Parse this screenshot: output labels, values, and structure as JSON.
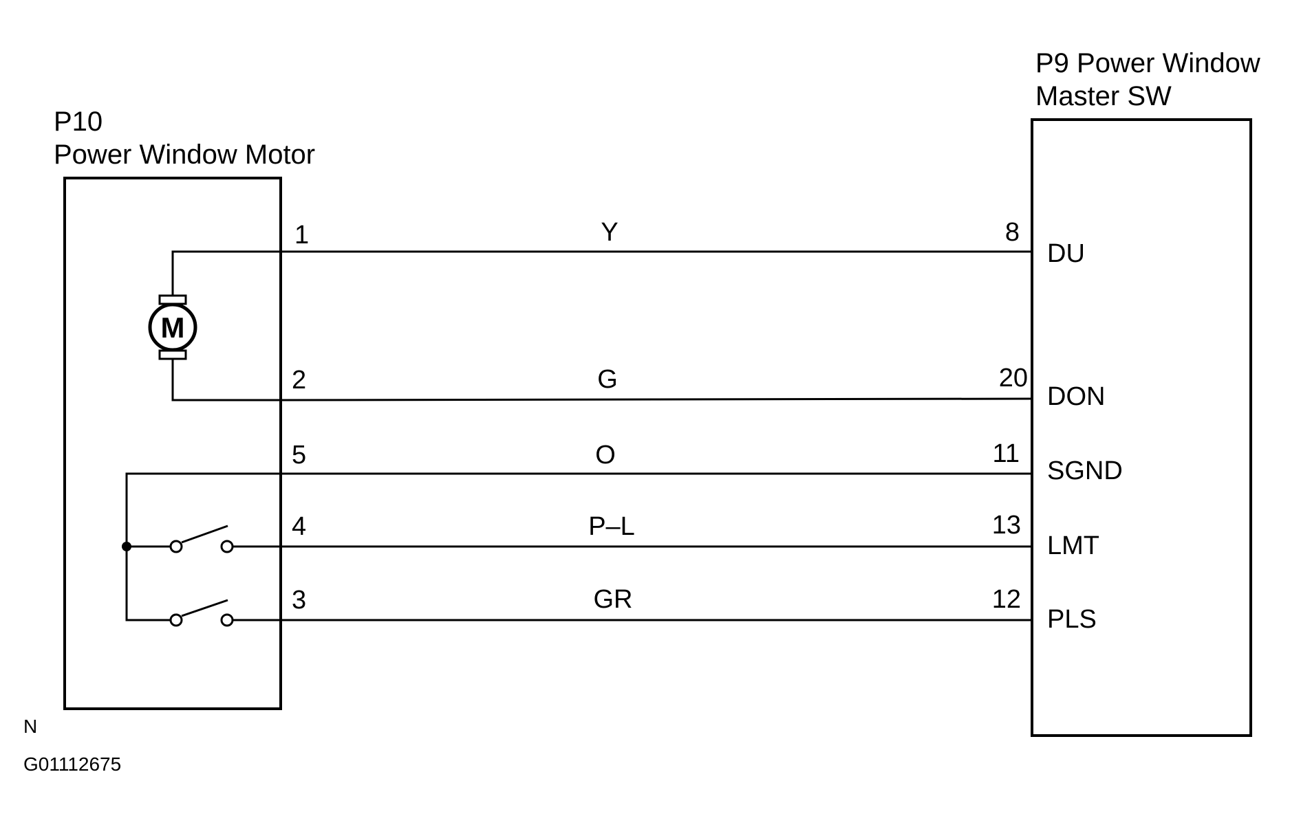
{
  "left_connector": {
    "id": "P10",
    "name": "Power Window Motor"
  },
  "right_connector": {
    "id_name": "P9 Power Window",
    "name_line2": "Master SW"
  },
  "motor_symbol": "M",
  "wires": [
    {
      "left_pin": "1",
      "color": "Y",
      "right_pin": "8",
      "signal": "DU"
    },
    {
      "left_pin": "2",
      "color": "G",
      "right_pin": "20",
      "signal": "DON"
    },
    {
      "left_pin": "5",
      "color": "O",
      "right_pin": "11",
      "signal": "SGND"
    },
    {
      "left_pin": "4",
      "color": "P–L",
      "right_pin": "13",
      "signal": "LMT"
    },
    {
      "left_pin": "3",
      "color": "GR",
      "right_pin": "12",
      "signal": "PLS"
    }
  ],
  "footer": {
    "letter": "N",
    "figure_code": "G01112675"
  }
}
